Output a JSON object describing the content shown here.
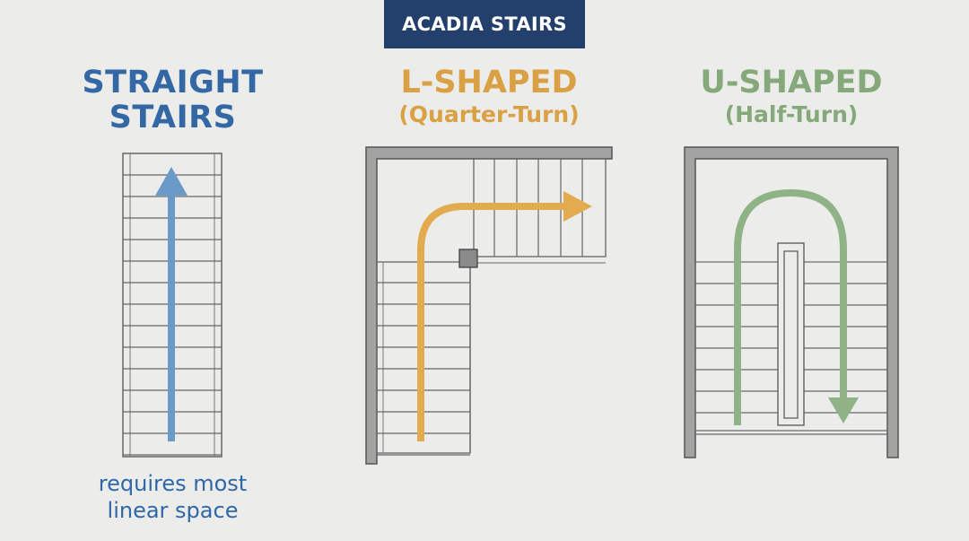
{
  "brand": {
    "name": "ACADIA STAIRS"
  },
  "straight": {
    "title_line1": "STRAIGHT",
    "title_line2": "STAIRS",
    "caption_line1": "requires most",
    "caption_line2": "linear space",
    "color": "#6a9ac8",
    "title_color": "#3368a5"
  },
  "l_shaped": {
    "title": "L-SHAPED",
    "subtitle": "(Quarter-Turn)",
    "color": "#e3ab4f"
  },
  "u_shaped": {
    "title": "U-SHAPED",
    "subtitle": "(Half-Turn)",
    "color": "#8fb287"
  },
  "colors": {
    "background": "#ececeb",
    "brand_bg": "#233f6b",
    "wall": "#9d9d9d",
    "line": "#555555"
  }
}
